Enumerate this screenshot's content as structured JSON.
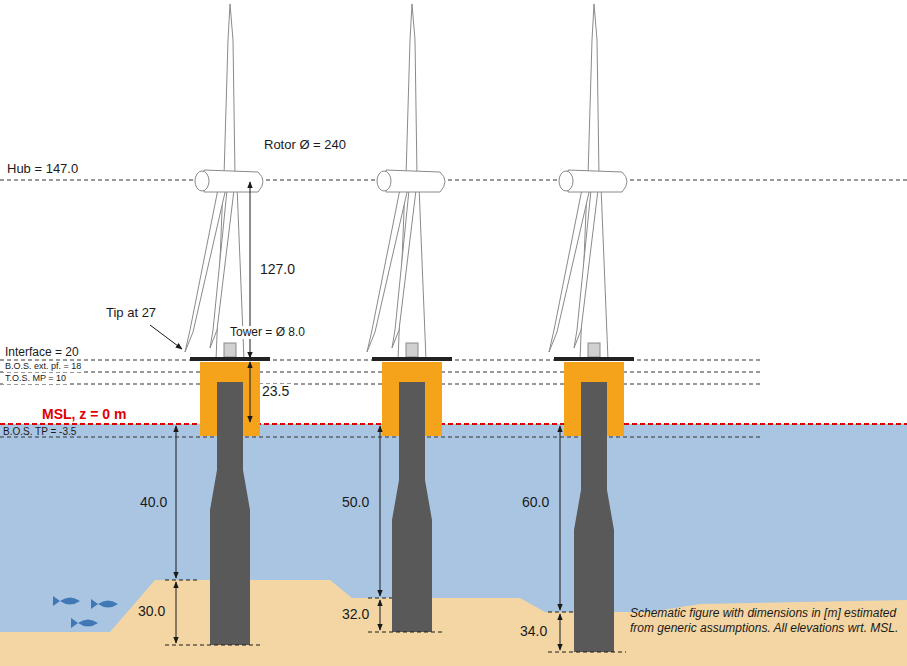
{
  "diagram": {
    "labels": [
      "Hub = 147.0",
      "Rotor Ø = 240",
      "127.0",
      "Tip at 27",
      "Tower = Ø 8.0",
      "Interface = 20",
      "B.O.S. ext. pf. = 18",
      "T.O.S. MP = 10",
      "23.5",
      "MSL, z = 0 m",
      "B.O.S. TP = -3.5",
      "40.0",
      "30.0",
      "50.0",
      "32.0",
      "60.0",
      "34.0",
      "Schematic figure with dimensions in [m] estimated from generic assumptions. All elevations wrt. MSL."
    ]
  }
}
